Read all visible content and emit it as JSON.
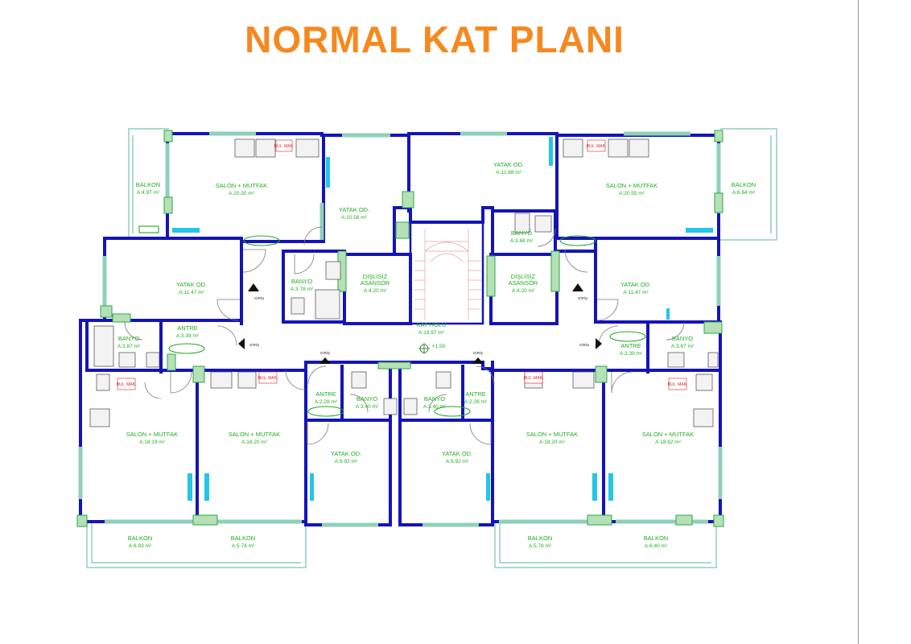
{
  "title": "NORMAL KAT PLANI",
  "rooms": [
    {
      "id": "balkon-tl",
      "name": "BALKON",
      "area": "A:4.97 m²"
    },
    {
      "id": "salon-mutfak-tl",
      "name": "SALON + MUTFAK",
      "area": "A:20.30 m²"
    },
    {
      "id": "yatak-oda-tc",
      "name": "YATAK OD.",
      "area": "A:10.56 m²"
    },
    {
      "id": "yatak-oda-tr",
      "name": "YATAK OD.",
      "area": "A:12.68 m²"
    },
    {
      "id": "salon-mutfak-tr",
      "name": "SALON + MUTFAK",
      "area": "A:20.55 m²"
    },
    {
      "id": "balkon-tr",
      "name": "BALKON",
      "area": "A:6.64 m²"
    },
    {
      "id": "yatak-oda-ml",
      "name": "YATAK OD.",
      "area": "A:11.47 m²"
    },
    {
      "id": "banyo-c1",
      "name": "BANYO",
      "area": "A:3.78 m²"
    },
    {
      "id": "asansor-l",
      "name": "DİŞLİSİZ ASANSÖR",
      "area": "A:4.20 m²"
    },
    {
      "id": "asansor-r",
      "name": "DİŞLİSİZ ASANSÖR",
      "area": "A:4.20 m²"
    },
    {
      "id": "banyo-c2",
      "name": "BANYO",
      "area": "A:3.68 m²"
    },
    {
      "id": "yatak-oda-mr",
      "name": "YATAK OD.",
      "area": "A:11.47 m²"
    },
    {
      "id": "banyo-l",
      "name": "BANYO",
      "area": "A:3.87 m²"
    },
    {
      "id": "antre-l",
      "name": "ANTRE",
      "area": "A:3.39 m²"
    },
    {
      "id": "kat-holu",
      "name": "KAT HOLU",
      "area": "A:19.97 m²"
    },
    {
      "id": "antre-r",
      "name": "ANTRE",
      "area": "A:3.39 m²"
    },
    {
      "id": "banyo-r",
      "name": "BANYO",
      "area": "A:3.67 m²"
    },
    {
      "id": "antre-cl",
      "name": "ANTRE",
      "area": "A:2.28 m²"
    },
    {
      "id": "banyo-cl",
      "name": "BANYO",
      "area": "A:3.40 m²"
    },
    {
      "id": "banyo-cr",
      "name": "BANYO",
      "area": "A:3.40 m²"
    },
    {
      "id": "antre-cr",
      "name": "ANTRE",
      "area": "A:2.28 m²"
    },
    {
      "id": "salon-mutfak-bl",
      "name": "SALON + MUTFAK",
      "area": "A:18.19 m²"
    },
    {
      "id": "salon-mutfak-blc",
      "name": "SALON + MUTFAK",
      "area": "A:18.20 m²"
    },
    {
      "id": "yatak-oda-bcl",
      "name": "YATAK OD.",
      "area": "A:9.92 m²"
    },
    {
      "id": "yatak-oda-bcr",
      "name": "YATAK OD.",
      "area": "A:9.92 m²"
    },
    {
      "id": "salon-mutfak-brc",
      "name": "SALON + MUTFAK",
      "area": "A:18.20 m²"
    },
    {
      "id": "salon-mutfak-br",
      "name": "SALON + MUTFAK",
      "area": "A:18.62 m²"
    },
    {
      "id": "balkon-bl1",
      "name": "BALKON",
      "area": "A:6.93 m²"
    },
    {
      "id": "balkon-bl2",
      "name": "BALKON",
      "area": "A:5.74 m²"
    },
    {
      "id": "balkon-br1",
      "name": "BALKON",
      "area": "A:5.78 m²"
    },
    {
      "id": "balkon-br2",
      "name": "BALKON",
      "area": "A:6.40 m²"
    }
  ],
  "labels": {
    "giris": "GİRİŞ",
    "bul_mak": "BUL. MAK.",
    "elevation": "+1.50"
  }
}
